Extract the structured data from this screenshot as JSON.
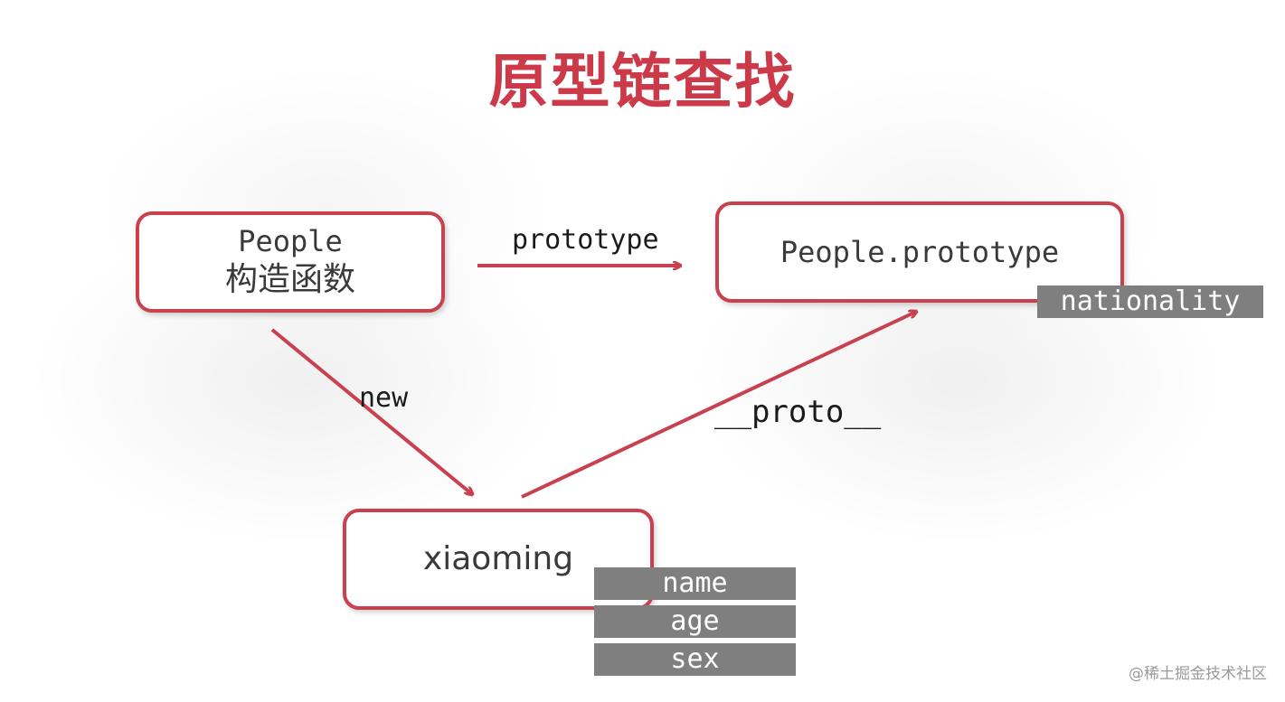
{
  "title": "原型链查找",
  "nodes": {
    "people": {
      "line1": "People",
      "line2": "构造函数"
    },
    "prototype": {
      "label": "People.prototype"
    },
    "xiaoming": {
      "label": "xiaoming"
    }
  },
  "edges": {
    "prototype": "prototype",
    "new": "new",
    "proto": "__proto__"
  },
  "tags": {
    "prototype_props": [
      "nationality"
    ],
    "instance_props": [
      "name",
      "age",
      "sex"
    ]
  },
  "credit": "@稀土掘金技术社区",
  "colors": {
    "accent": "#c9404f",
    "title": "#cc3a4a",
    "tag_bg": "#7f7f7f",
    "tag_text": "#ffffff"
  }
}
